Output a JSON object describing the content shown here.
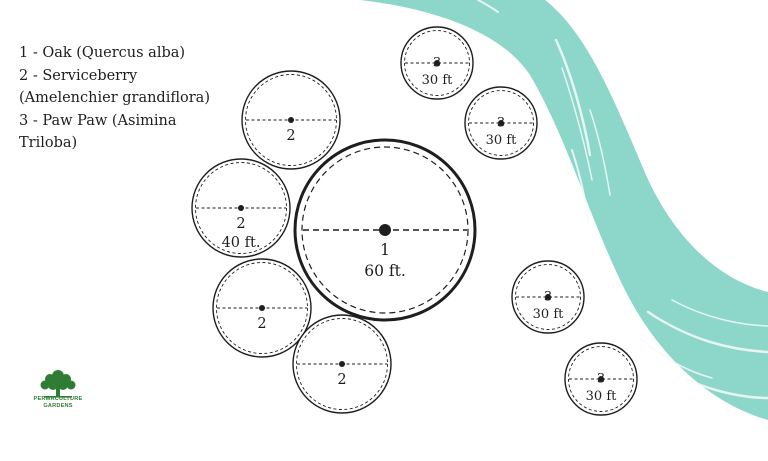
{
  "legend": {
    "lines": [
      "1 - Oak (Quercus alba)",
      "2 - Serviceberry",
      "(Amelenchier grandiflora)",
      "3 - Paw Paw (Asimina",
      "Triloba)"
    ]
  },
  "trees": [
    {
      "id": "oak",
      "label": "1",
      "spread": "60 ft."
    },
    {
      "id": "serviceberry-a",
      "label": "2",
      "spread": ""
    },
    {
      "id": "serviceberry-b",
      "label": "2",
      "spread": "40 ft."
    },
    {
      "id": "serviceberry-c",
      "label": "2",
      "spread": ""
    },
    {
      "id": "serviceberry-d",
      "label": "2",
      "spread": ""
    },
    {
      "id": "pawpaw-a",
      "label": "3",
      "spread": "30 ft"
    },
    {
      "id": "pawpaw-b",
      "label": "3",
      "spread": "30 ft"
    },
    {
      "id": "pawpaw-c",
      "label": "3",
      "spread": "30 ft"
    },
    {
      "id": "pawpaw-d",
      "label": "3",
      "spread": "30 ft"
    }
  ],
  "logo": {
    "text_line1": "PERMACULTURE",
    "text_line2": "GARDENS"
  },
  "colors": {
    "stream": "#8dd6ca",
    "ink": "#1e1e1e",
    "logo_green": "#2f7d35"
  }
}
